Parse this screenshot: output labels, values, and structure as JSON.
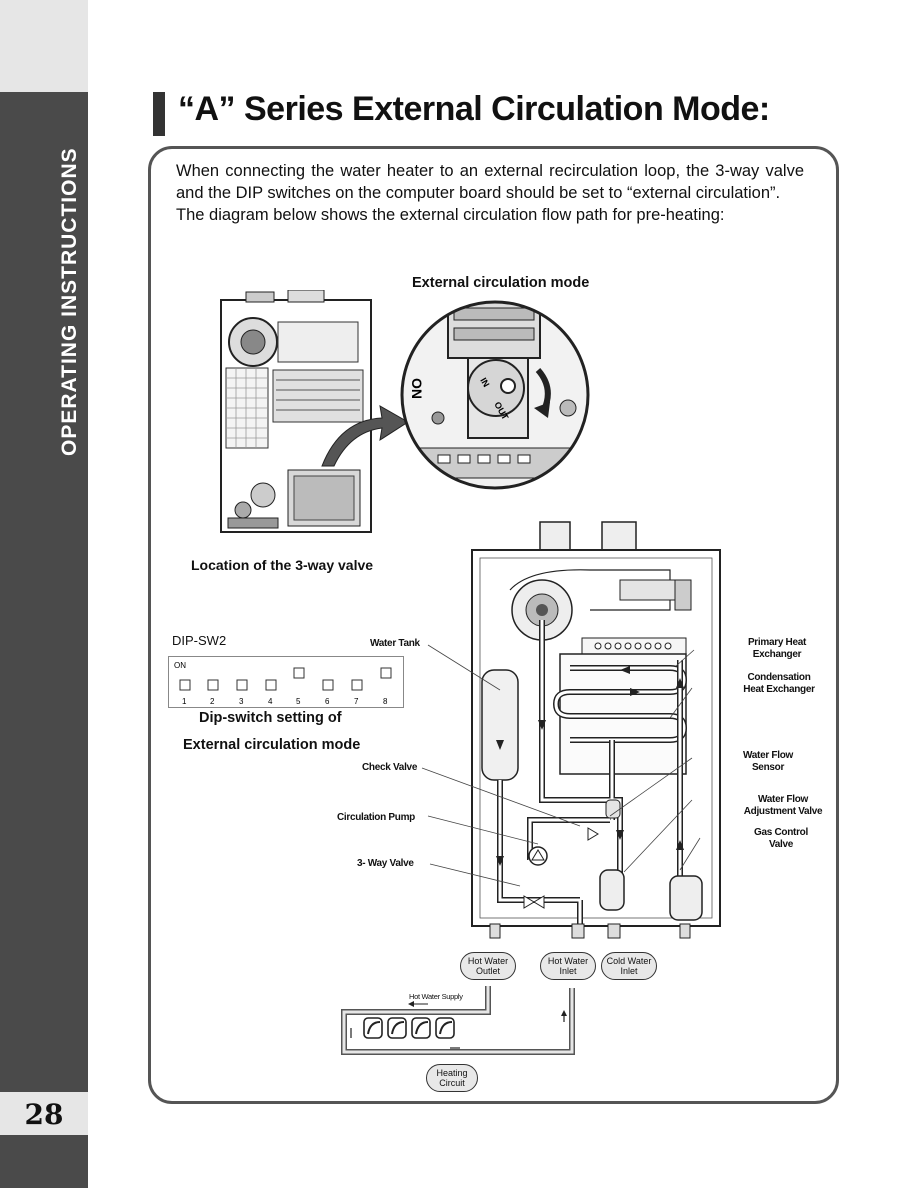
{
  "sidebar": {
    "label": "OPERATING INSTRUCTIONS"
  },
  "page_number": "28",
  "title": "“A” Series External Circulation Mode:",
  "intro": {
    "paragraph1": "When connecting the water heater to an external recirculation loop, the 3-way valve and the DIP switches on the computer board should be set to “external circulation”.",
    "paragraph2": "The diagram below shows the external circulation flow path for pre-heating:"
  },
  "figure": {
    "mode_title": "External circulation mode",
    "valve_location": "Location of the 3-way valve",
    "valve_marks": {
      "in": "IN",
      "out": "OUT",
      "on": "ON"
    }
  },
  "dip": {
    "name": "DIP-SW2",
    "on_label": "ON",
    "switch_numbers": [
      "1",
      "2",
      "3",
      "4",
      "5",
      "6",
      "7",
      "8"
    ],
    "caption_line1": "Dip-switch setting of",
    "caption_line2": "External circulation mode"
  },
  "labels": {
    "water_tank": "Water Tank",
    "check_valve": "Check Valve",
    "circulation_pump": "Circulation Pump",
    "three_way_valve": "3- Way Valve",
    "primary_heat_exchanger": [
      "Primary Heat",
      "Exchanger"
    ],
    "condensation_heat_exchanger": [
      "Condensation",
      "Heat Exchanger"
    ],
    "water_flow_sensor": [
      "Water Flow",
      "Sensor"
    ],
    "water_flow_adjustment_valve": [
      "Water Flow",
      "Adjustment Valve"
    ],
    "gas_control_valve": [
      "Gas Control",
      "Valve"
    ]
  },
  "ports": {
    "hot_water_outlet": [
      "Hot Water",
      "Outlet"
    ],
    "hot_water_inlet": [
      "Hot Water",
      "Inlet"
    ],
    "cold_water_inlet": [
      "Cold Water",
      "Inlet"
    ]
  },
  "circuit": {
    "hot_water_supply": "Hot Water Supply",
    "heating_circuit": [
      "Heating",
      "Circuit"
    ]
  }
}
